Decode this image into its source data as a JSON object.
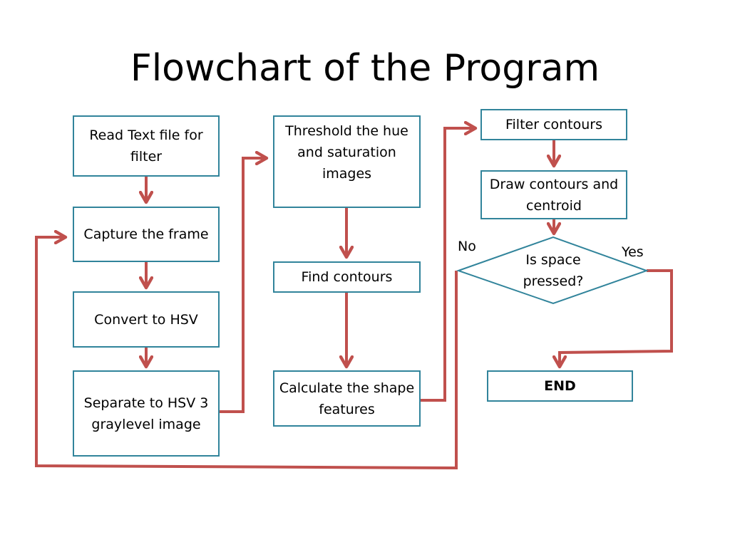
{
  "title": "Flowchart of the Program",
  "colors": {
    "box_border": "#31849b",
    "connector": "#c0504d",
    "background": "#ffffff",
    "text": "#000000"
  },
  "steps": {
    "read_text_file": "Read Text file for filter",
    "capture_frame": "Capture the frame",
    "convert_hsv": "Convert to HSV",
    "separate_hsv": "Separate to HSV 3 graylevel image",
    "threshold": "Threshold the hue and saturation images",
    "find_contours": "Find contours",
    "calculate_features": "Calculate the shape features",
    "filter_contours": "Filter contours",
    "draw_contours": "Draw contours and centroid",
    "end": "END"
  },
  "decision": {
    "question": "Is space pressed?",
    "no_label": "No",
    "yes_label": "Yes"
  }
}
